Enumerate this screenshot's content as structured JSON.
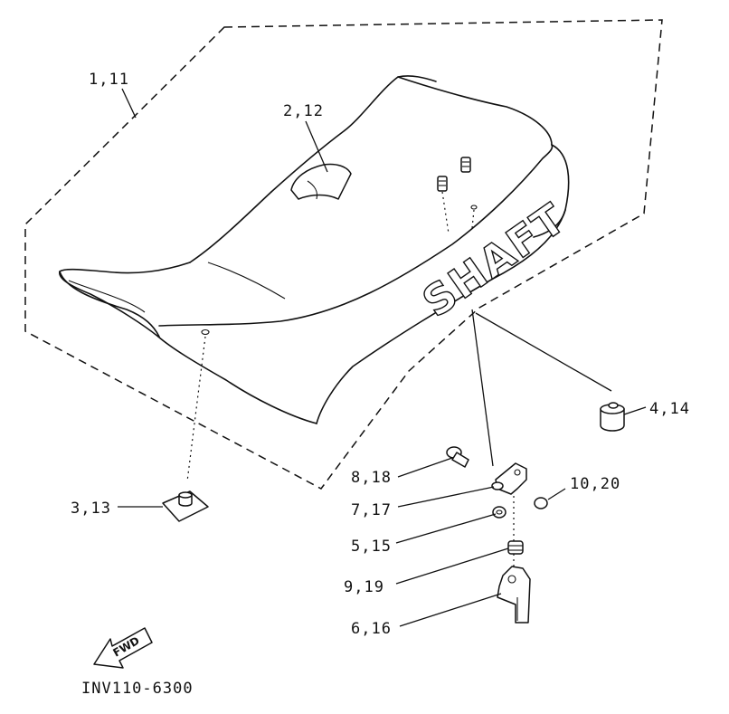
{
  "diagram": {
    "decal_text": "SHAFT",
    "fwd_label": "FWD",
    "ref_code": "INV110-6300",
    "callouts": [
      {
        "id": "c1",
        "text": "1,11"
      },
      {
        "id": "c2",
        "text": "2,12"
      },
      {
        "id": "c3",
        "text": "3,13"
      },
      {
        "id": "c4",
        "text": "4,14"
      },
      {
        "id": "c5",
        "text": "5,15"
      },
      {
        "id": "c6",
        "text": "6,16"
      },
      {
        "id": "c7",
        "text": "7,17"
      },
      {
        "id": "c8",
        "text": "8,18"
      },
      {
        "id": "c9",
        "text": "9,19"
      },
      {
        "id": "c10",
        "text": "10,20"
      }
    ]
  }
}
